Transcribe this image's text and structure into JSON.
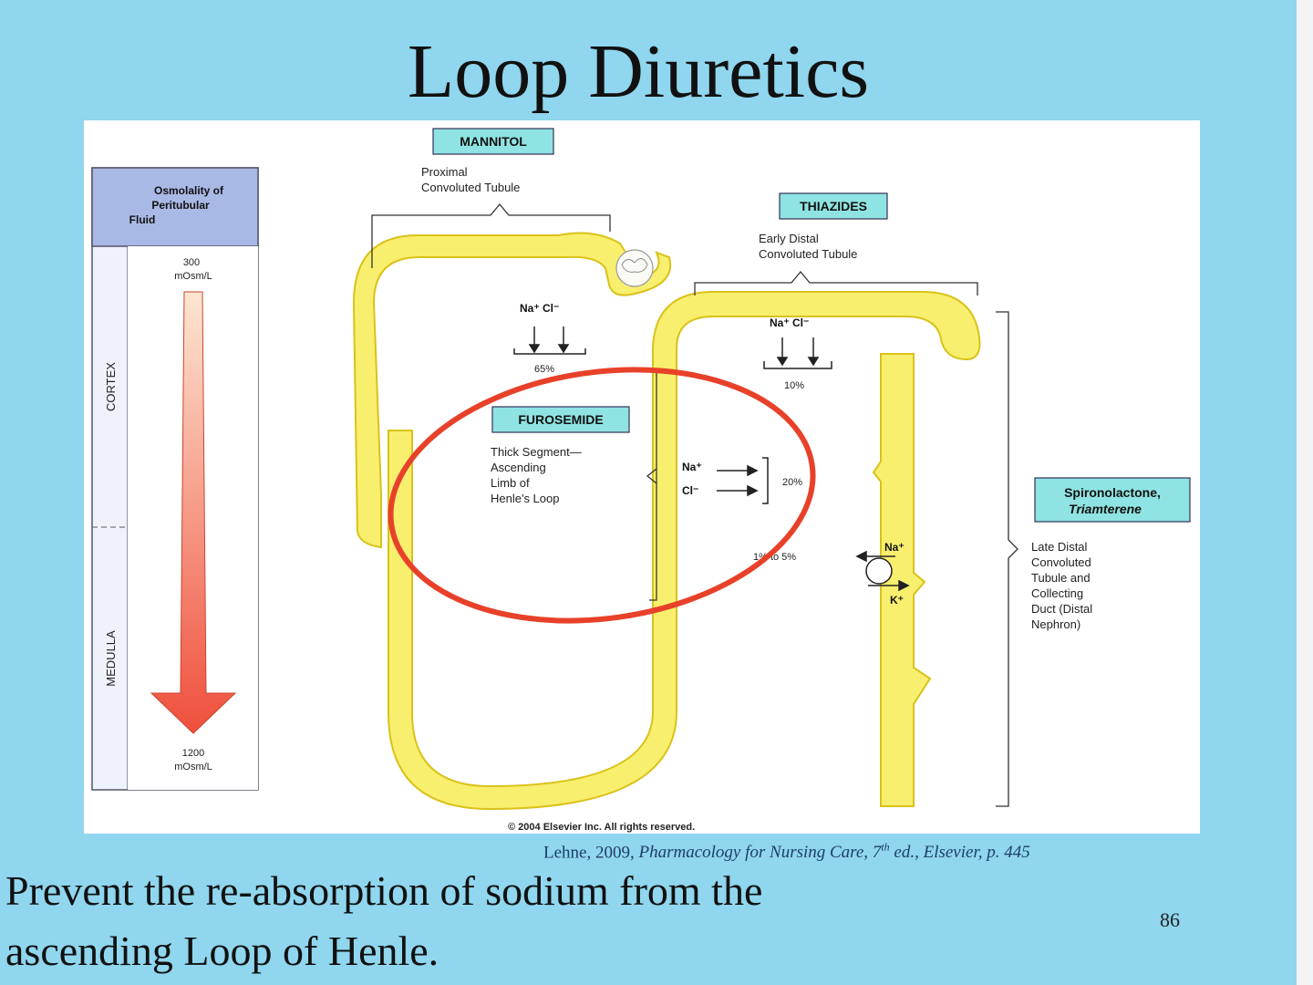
{
  "slide": {
    "title": "Loop Diuretics",
    "caption_line1": "Prevent the re-absorption of sodium from the",
    "caption_line2": "ascending Loop of Henle.",
    "citation_prefix": "Lehne, 2009, ",
    "citation_book": "Pharmacology for Nursing Care, 7",
    "citation_sup": "th",
    "citation_suffix": " ed., Elsevier, p. 445",
    "slide_number": "86"
  },
  "diagram": {
    "osmolality_header_line1": "Osmolality of",
    "osmolality_header_line2": "Peritubular",
    "osmolality_header_line3": "Fluid",
    "osm_top_value": "300",
    "osm_top_unit": "mOsm/L",
    "osm_bottom_value": "1200",
    "osm_bottom_unit": "mOsm/L",
    "zone_cortex": "CORTEX",
    "zone_medulla": "MEDULLA",
    "mannitol_label": "MANNITOL",
    "pct_line1": "Proximal",
    "pct_line2": "Convoluted Tubule",
    "thiazides_label": "THIAZIDES",
    "edct_line1": "Early Distal",
    "edct_line2": "Convoluted Tubule",
    "furosemide_label": "FUROSEMIDE",
    "thick_line1": "Thick Segment—",
    "thick_line2": "Ascending",
    "thick_line3": "Limb of",
    "thick_line4": "Henle's Loop",
    "spiro_line1": "Spironolactone,",
    "spiro_line2": "Triamterene",
    "late_line1": "Late Distal",
    "late_line2": "Convoluted",
    "late_line3": "Tubule and",
    "late_line4": "Collecting",
    "late_line5": "Duct (Distal",
    "late_line6": "Nephron)",
    "pct_ions": "Na⁺ Cl⁻",
    "pct_percent": "65%",
    "edct_ions": "Na⁺ Cl⁻",
    "edct_percent": "10%",
    "loop_na": "Na⁺",
    "loop_cl": "Cl⁻",
    "loop_percent": "20%",
    "distal_percent": "1% to 5%",
    "distal_na": "Na⁺",
    "distal_k": "K⁺",
    "copyright": "© 2004 Elsevier Inc. All rights reserved."
  },
  "colors": {
    "tubule_fill": "#f9ef6e",
    "tubule_stroke": "#d9c21a",
    "highlight_ring": "#e8412a",
    "label_box": "#8fe3e3",
    "header_box": "#a9b9e6",
    "arrow_gradient_top": "#fde6d2",
    "arrow_gradient_bottom": "#ef4f3c"
  }
}
